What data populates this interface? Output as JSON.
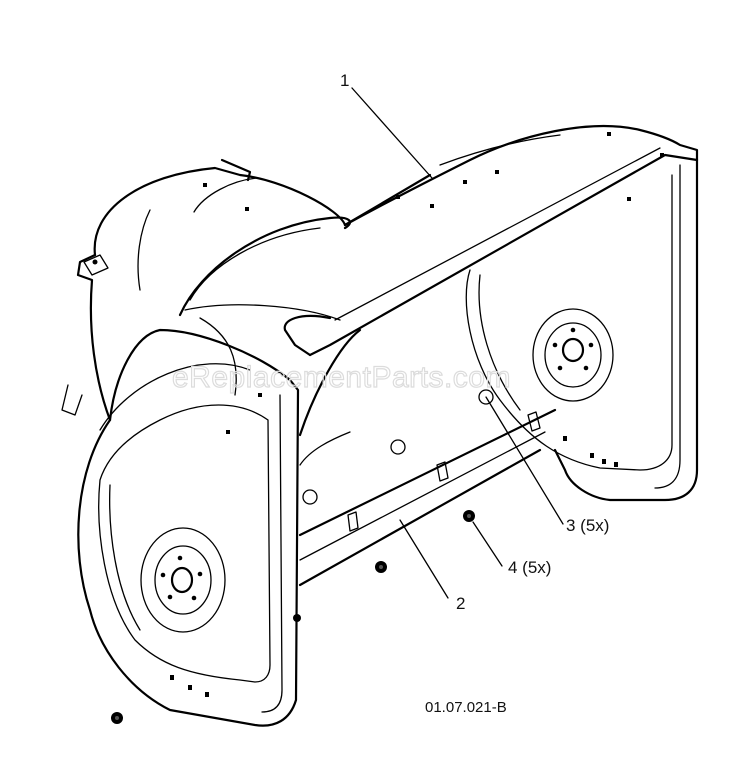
{
  "diagram": {
    "callouts": [
      {
        "id": "1",
        "label": "1"
      },
      {
        "id": "2",
        "label": "2"
      },
      {
        "id": "3",
        "label": "3 (5x)"
      },
      {
        "id": "4",
        "label": "4 (5x)"
      }
    ],
    "drawing_code": "01.07.021-B",
    "watermark": "eReplacementParts.com"
  }
}
